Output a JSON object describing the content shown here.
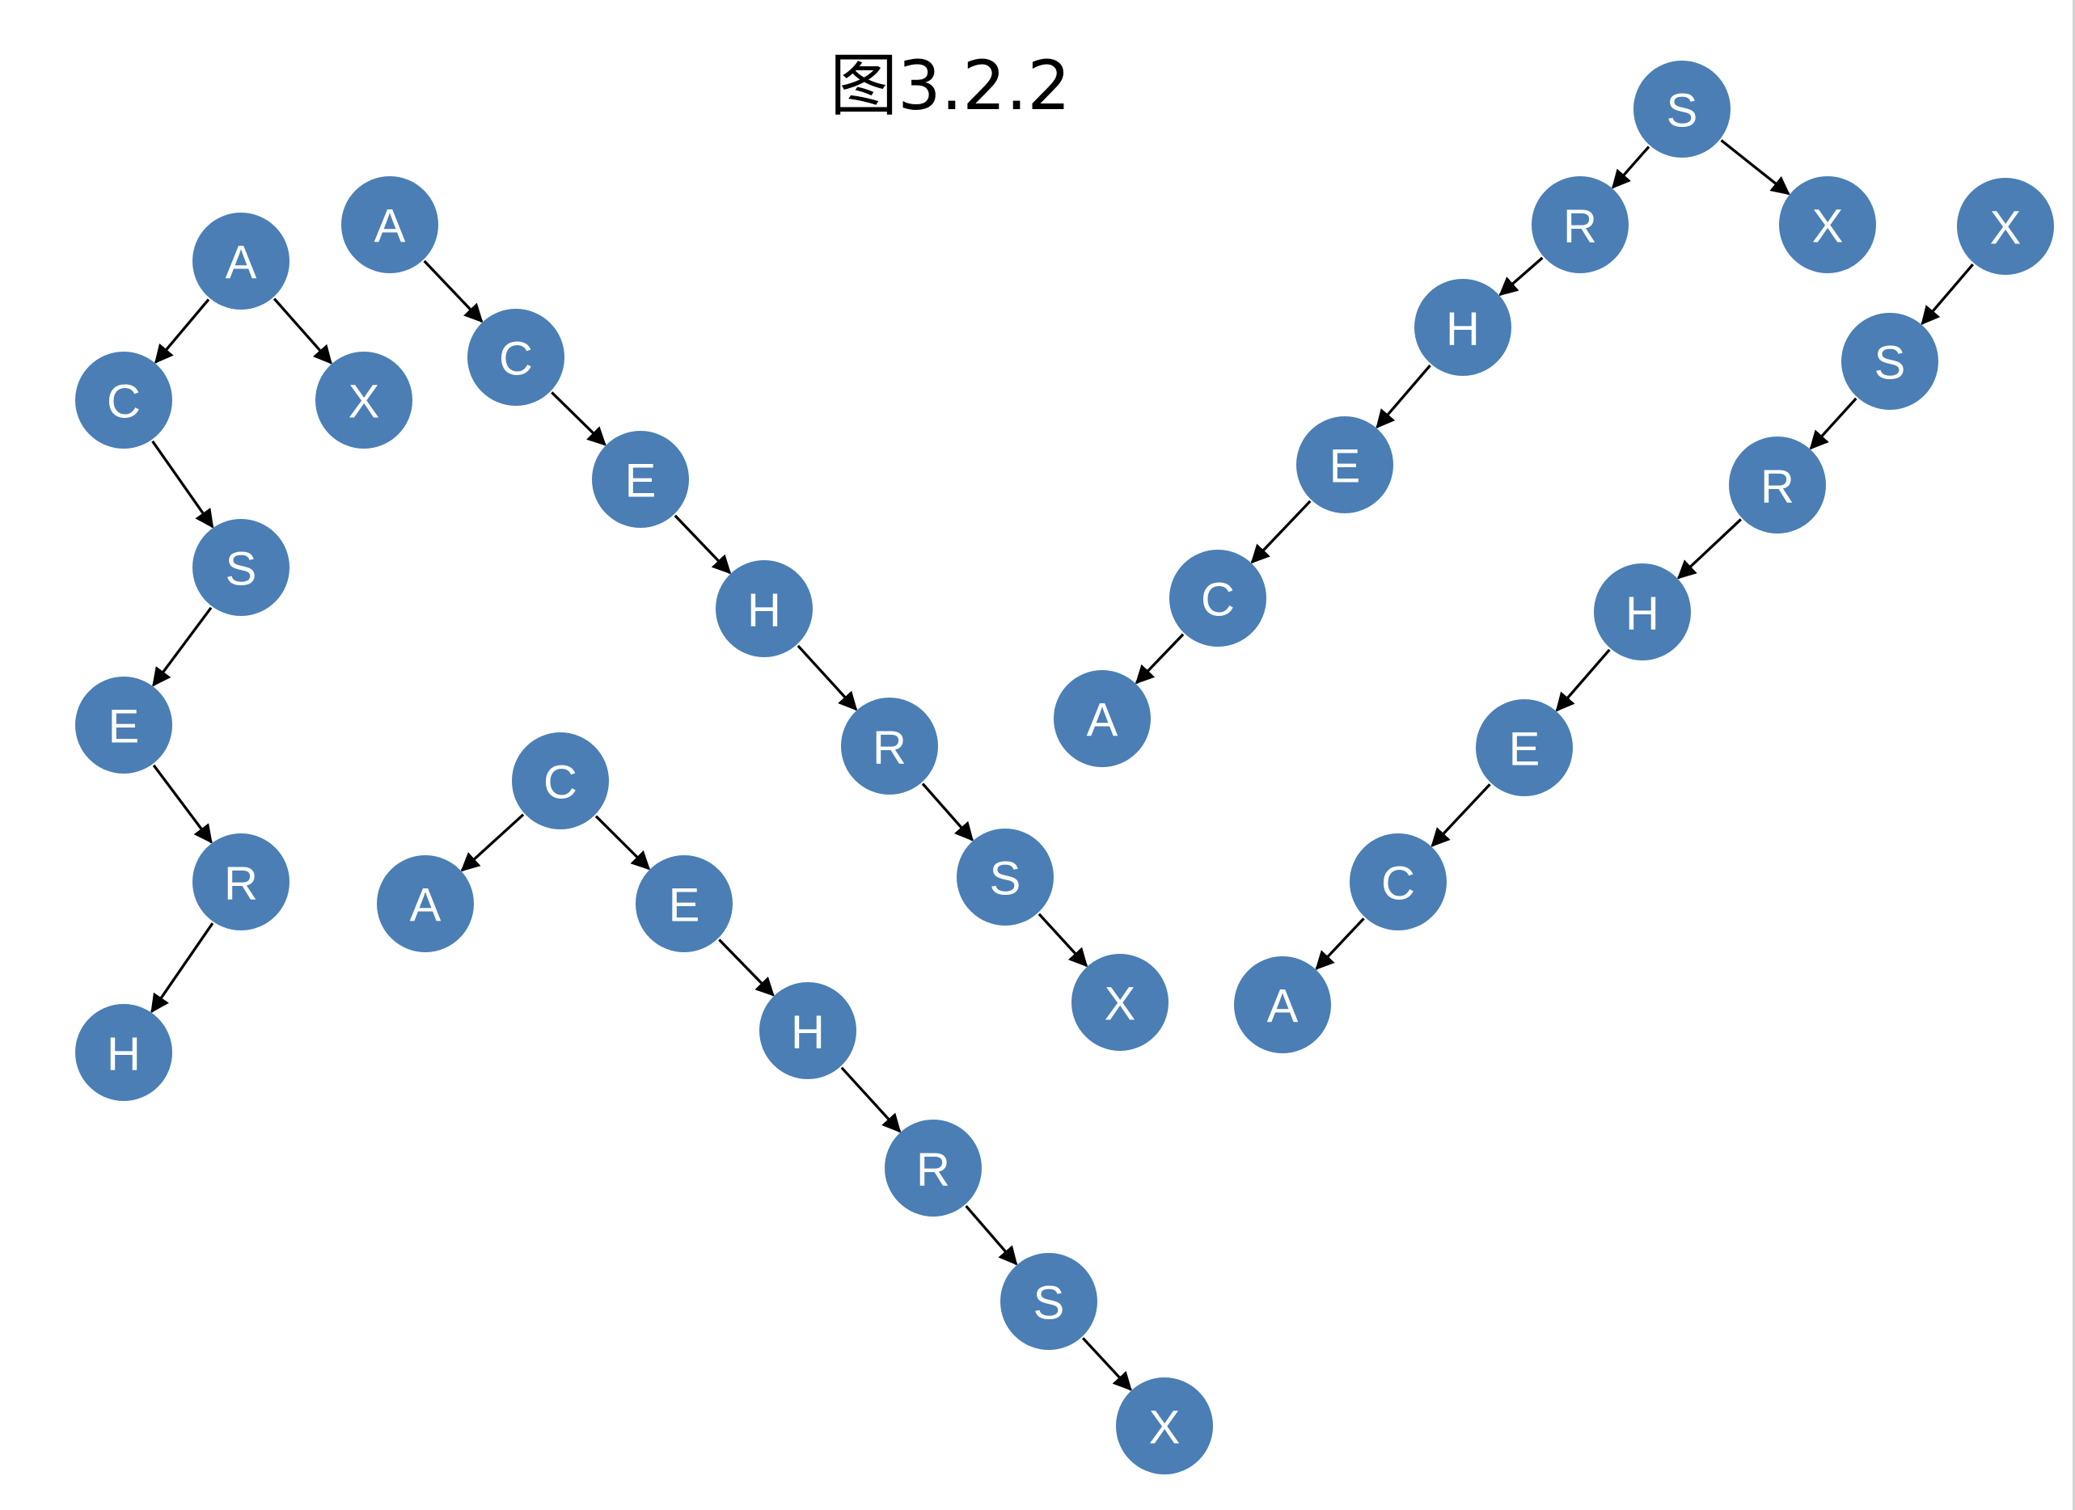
{
  "title": "图3.2.2",
  "colors": {
    "node_fill": "#4a7eb5",
    "node_text": "#ffffff",
    "edge": "#000000",
    "background": "#ffffff"
  },
  "trees": [
    {
      "id": "tree-1",
      "nodes": [
        {
          "id": "t1-A",
          "label": "A"
        },
        {
          "id": "t1-C",
          "label": "C"
        },
        {
          "id": "t1-X",
          "label": "X"
        },
        {
          "id": "t1-S",
          "label": "S"
        },
        {
          "id": "t1-E",
          "label": "E"
        },
        {
          "id": "t1-R",
          "label": "R"
        },
        {
          "id": "t1-H",
          "label": "H"
        }
      ],
      "edges": [
        [
          "t1-A",
          "t1-C"
        ],
        [
          "t1-A",
          "t1-X"
        ],
        [
          "t1-C",
          "t1-S"
        ],
        [
          "t1-S",
          "t1-E"
        ],
        [
          "t1-E",
          "t1-R"
        ],
        [
          "t1-R",
          "t1-H"
        ]
      ]
    },
    {
      "id": "tree-2",
      "nodes": [
        {
          "id": "t2-A",
          "label": "A"
        },
        {
          "id": "t2-C",
          "label": "C"
        },
        {
          "id": "t2-E",
          "label": "E"
        },
        {
          "id": "t2-H",
          "label": "H"
        },
        {
          "id": "t2-R",
          "label": "R"
        },
        {
          "id": "t2-S",
          "label": "S"
        },
        {
          "id": "t2-X",
          "label": "X"
        }
      ],
      "edges": [
        [
          "t2-A",
          "t2-C"
        ],
        [
          "t2-C",
          "t2-E"
        ],
        [
          "t2-E",
          "t2-H"
        ],
        [
          "t2-H",
          "t2-R"
        ],
        [
          "t2-R",
          "t2-S"
        ],
        [
          "t2-S",
          "t2-X"
        ]
      ]
    },
    {
      "id": "tree-3",
      "nodes": [
        {
          "id": "t3-C",
          "label": "C"
        },
        {
          "id": "t3-A",
          "label": "A"
        },
        {
          "id": "t3-E",
          "label": "E"
        },
        {
          "id": "t3-H",
          "label": "H"
        },
        {
          "id": "t3-R",
          "label": "R"
        },
        {
          "id": "t3-S",
          "label": "S"
        },
        {
          "id": "t3-X",
          "label": "X"
        }
      ],
      "edges": [
        [
          "t3-C",
          "t3-A"
        ],
        [
          "t3-C",
          "t3-E"
        ],
        [
          "t3-E",
          "t3-H"
        ],
        [
          "t3-H",
          "t3-R"
        ],
        [
          "t3-R",
          "t3-S"
        ],
        [
          "t3-S",
          "t3-X"
        ]
      ]
    },
    {
      "id": "tree-4",
      "nodes": [
        {
          "id": "t4-S",
          "label": "S"
        },
        {
          "id": "t4-R",
          "label": "R"
        },
        {
          "id": "t4-X",
          "label": "X"
        },
        {
          "id": "t4-H",
          "label": "H"
        },
        {
          "id": "t4-E",
          "label": "E"
        },
        {
          "id": "t4-C",
          "label": "C"
        },
        {
          "id": "t4-A",
          "label": "A"
        }
      ],
      "edges": [
        [
          "t4-S",
          "t4-R"
        ],
        [
          "t4-S",
          "t4-X"
        ],
        [
          "t4-R",
          "t4-H"
        ],
        [
          "t4-H",
          "t4-E"
        ],
        [
          "t4-E",
          "t4-C"
        ],
        [
          "t4-C",
          "t4-A"
        ]
      ]
    },
    {
      "id": "tree-5",
      "nodes": [
        {
          "id": "t5-X",
          "label": "X"
        },
        {
          "id": "t5-S",
          "label": "S"
        },
        {
          "id": "t5-R",
          "label": "R"
        },
        {
          "id": "t5-H",
          "label": "H"
        },
        {
          "id": "t5-E",
          "label": "E"
        },
        {
          "id": "t5-C",
          "label": "C"
        },
        {
          "id": "t5-A",
          "label": "A"
        }
      ],
      "edges": [
        [
          "t5-X",
          "t5-S"
        ],
        [
          "t5-S",
          "t5-R"
        ],
        [
          "t5-R",
          "t5-H"
        ],
        [
          "t5-H",
          "t5-E"
        ],
        [
          "t5-E",
          "t5-C"
        ],
        [
          "t5-C",
          "t5-A"
        ]
      ]
    }
  ]
}
